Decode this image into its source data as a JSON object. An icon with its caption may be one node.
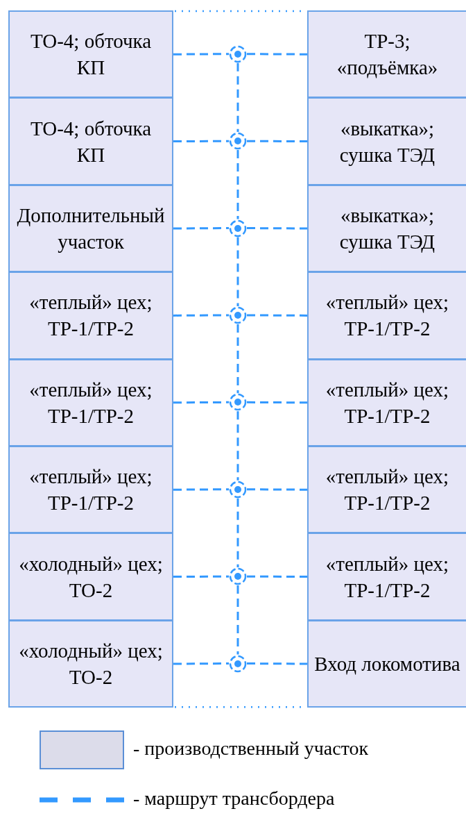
{
  "diagram": {
    "nodes": [
      {
        "text": [
          "ТО-4; обточка КП"
        ]
      },
      {
        "text": [],
        "shape": "circle"
      },
      {
        "text": [
          "ТР-3; «подъёмка»"
        ]
      },
      {
        "text": [
          "ТО-4; обточка КП"
        ]
      },
      {
        "text": [],
        "shape": "circle"
      },
      {
        "text": [
          "«выкатка»; сушка ТЭД"
        ]
      },
      {
        "text": [
          "Дополнительный участок"
        ]
      },
      {
        "text": [],
        "shape": "circle"
      },
      {
        "text": [
          "«выкатка»; сушка ТЭД"
        ]
      },
      {
        "text": [
          "«теплый» цех; ТР-1/ТР-2"
        ]
      },
      {
        "text": [],
        "shape": "circle"
      },
      {
        "text": [
          "«теплый» цех; ТР-1/ТР-2"
        ]
      },
      {
        "text": [
          "«теплый» цех; ТР-1/ТР-2"
        ]
      },
      {
        "text": [],
        "shape": "circle"
      },
      {
        "text": [
          "«теплый» цех; ТР-1/ТР-2"
        ]
      },
      {
        "text": [
          "«теплый» цех; ТР-1/ТР-2"
        ]
      },
      {
        "text": [],
        "shape": "circle"
      },
      {
        "text": [
          "«теплый» цех; ТР-1/ТР-2"
        ]
      },
      {
        "text": [
          "«холодный» цех; ТО-2"
        ]
      },
      {
        "text": [],
        "shape": "circle"
      },
      {
        "text": [
          "«теплый» цех; ТР-1/ТР-2"
        ]
      },
      {
        "text": [
          "«холодный» цех; ТО-2"
        ]
      },
      {
        "text": [],
        "shape": "circle"
      },
      {
        "text": [
          "Вход локомотива"
        ]
      }
    ],
    "edges": [
      {
        "from": 0,
        "to": 1,
        "arrow": "none",
        "style": "dashed"
      },
      {
        "from": 1,
        "to": 2,
        "arrow": "none",
        "style": "dashed"
      },
      {
        "from": 1,
        "to": 4,
        "arrow": "none",
        "style": "dashed"
      },
      {
        "from": 3,
        "to": 4,
        "arrow": "none",
        "style": "dashed"
      },
      {
        "from": 4,
        "to": 5,
        "arrow": "none",
        "style": "dashed"
      },
      {
        "from": 4,
        "to": 7,
        "arrow": "none",
        "style": "dashed"
      },
      {
        "from": 6,
        "to": 7,
        "arrow": "none",
        "style": "dashed"
      },
      {
        "from": 7,
        "to": 8,
        "arrow": "none",
        "style": "dashed"
      },
      {
        "from": 7,
        "to": 10,
        "arrow": "none",
        "style": "dashed"
      },
      {
        "from": 9,
        "to": 10,
        "arrow": "none",
        "style": "dashed"
      },
      {
        "from": 10,
        "to": 11,
        "arrow": "none",
        "style": "dashed"
      },
      {
        "from": 10,
        "to": 13,
        "arrow": "none",
        "style": "dashed"
      },
      {
        "from": 12,
        "to": 13,
        "arrow": "none",
        "style": "dashed"
      },
      {
        "from": 13,
        "to": 14,
        "arrow": "none",
        "style": "dashed"
      },
      {
        "from": 13,
        "to": 16,
        "arrow": "none",
        "style": "dashed"
      },
      {
        "from": 15,
        "to": 16,
        "arrow": "none",
        "style": "dashed"
      },
      {
        "from": 16,
        "to": 17,
        "arrow": "none",
        "style": "dashed"
      },
      {
        "from": 16,
        "to": 19,
        "arrow": "none",
        "style": "dashed"
      },
      {
        "from": 18,
        "to": 19,
        "arrow": "none",
        "style": "dashed"
      },
      {
        "from": 19,
        "to": 20,
        "arrow": "none",
        "style": "dashed"
      },
      {
        "from": 19,
        "to": 22,
        "arrow": "none",
        "style": "dashed"
      },
      {
        "from": 21,
        "to": 22,
        "arrow": "none",
        "style": "dashed"
      },
      {
        "from": 22,
        "to": 23,
        "arrow": "none",
        "style": "dashed"
      }
    ],
    "legend": [
      {
        "text": "- производственный участок",
        "color": "#dcdcea"
      },
      {
        "text": "- маршрут трансбордера"
      }
    ]
  }
}
